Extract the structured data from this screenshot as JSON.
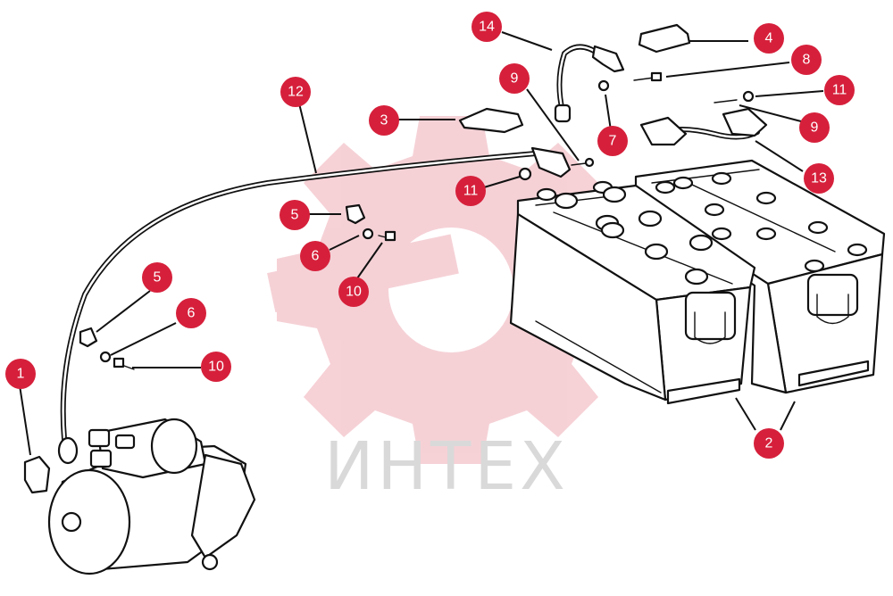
{
  "watermark": {
    "text": "ИНТЕХ",
    "color": "#d9d9d9",
    "logo_color": "#f4c9cf"
  },
  "callout_color": "#d6203b",
  "callouts": [
    {
      "id": "c14",
      "label": "14"
    },
    {
      "id": "c4",
      "label": "4"
    },
    {
      "id": "c8",
      "label": "8"
    },
    {
      "id": "c9a",
      "label": "9"
    },
    {
      "id": "c11a",
      "label": "11"
    },
    {
      "id": "c9b",
      "label": "9"
    },
    {
      "id": "c7",
      "label": "7"
    },
    {
      "id": "c12",
      "label": "12"
    },
    {
      "id": "c3",
      "label": "3"
    },
    {
      "id": "c13",
      "label": "13"
    },
    {
      "id": "c11b",
      "label": "11"
    },
    {
      "id": "c5a",
      "label": "5"
    },
    {
      "id": "c6a",
      "label": "6"
    },
    {
      "id": "c10a",
      "label": "10"
    },
    {
      "id": "c5b",
      "label": "5"
    },
    {
      "id": "c6b",
      "label": "6"
    },
    {
      "id": "c10b",
      "label": "10"
    },
    {
      "id": "c1",
      "label": "1"
    },
    {
      "id": "c2",
      "label": "2"
    }
  ]
}
